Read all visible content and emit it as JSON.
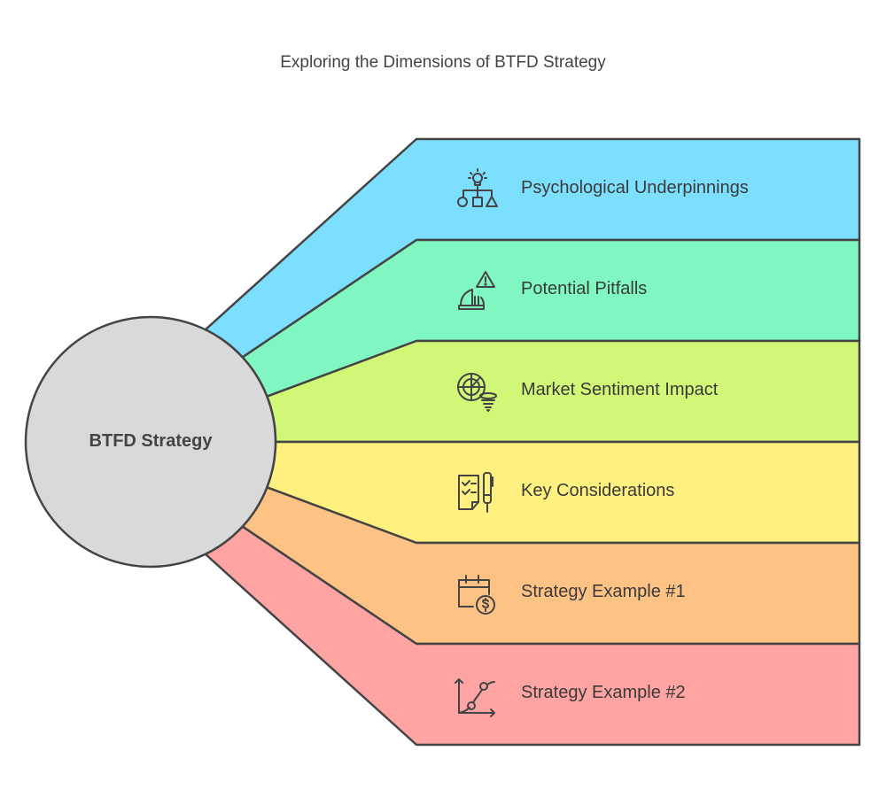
{
  "title": "Exploring the Dimensions of BTFD Strategy",
  "center": {
    "label": "BTFD Strategy",
    "color": "#d9d9d9"
  },
  "outline_color": "#444444",
  "branches": [
    {
      "label": "Psychological Underpinnings",
      "icon": "lightbulb-shapes-icon",
      "color": "#7ddfff"
    },
    {
      "label": "Potential Pitfalls",
      "icon": "warning-sinking-ship-icon",
      "color": "#80f7c0"
    },
    {
      "label": "Market Sentiment Impact",
      "icon": "radar-tornado-icon",
      "color": "#d0f775"
    },
    {
      "label": "Key Considerations",
      "icon": "checklist-pen-icon",
      "color": "#fff080"
    },
    {
      "label": "Strategy Example #1",
      "icon": "calendar-dollar-icon",
      "color": "#ffc285"
    },
    {
      "label": "Strategy Example #2",
      "icon": "line-chart-icon",
      "color": "#ffa3a3"
    }
  ]
}
